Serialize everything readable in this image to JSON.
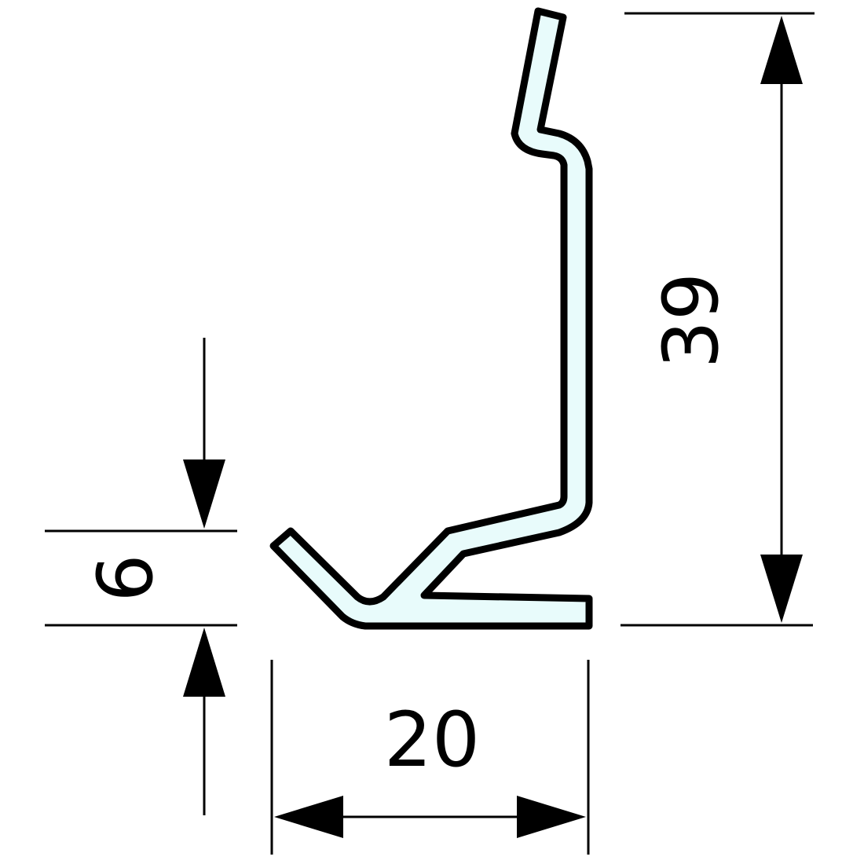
{
  "drawing": {
    "type": "profile-cross-section",
    "profile_fill": "#e8fbfb",
    "outline_color": "#000000",
    "background": "#ffffff"
  },
  "dimensions": {
    "height_total": {
      "label": "39",
      "orientation": "vertical",
      "text_rotation": -90
    },
    "foot_height": {
      "label": "6",
      "orientation": "vertical",
      "text_rotation": -90
    },
    "width": {
      "label": "20",
      "orientation": "horizontal",
      "text_rotation": 0
    }
  }
}
